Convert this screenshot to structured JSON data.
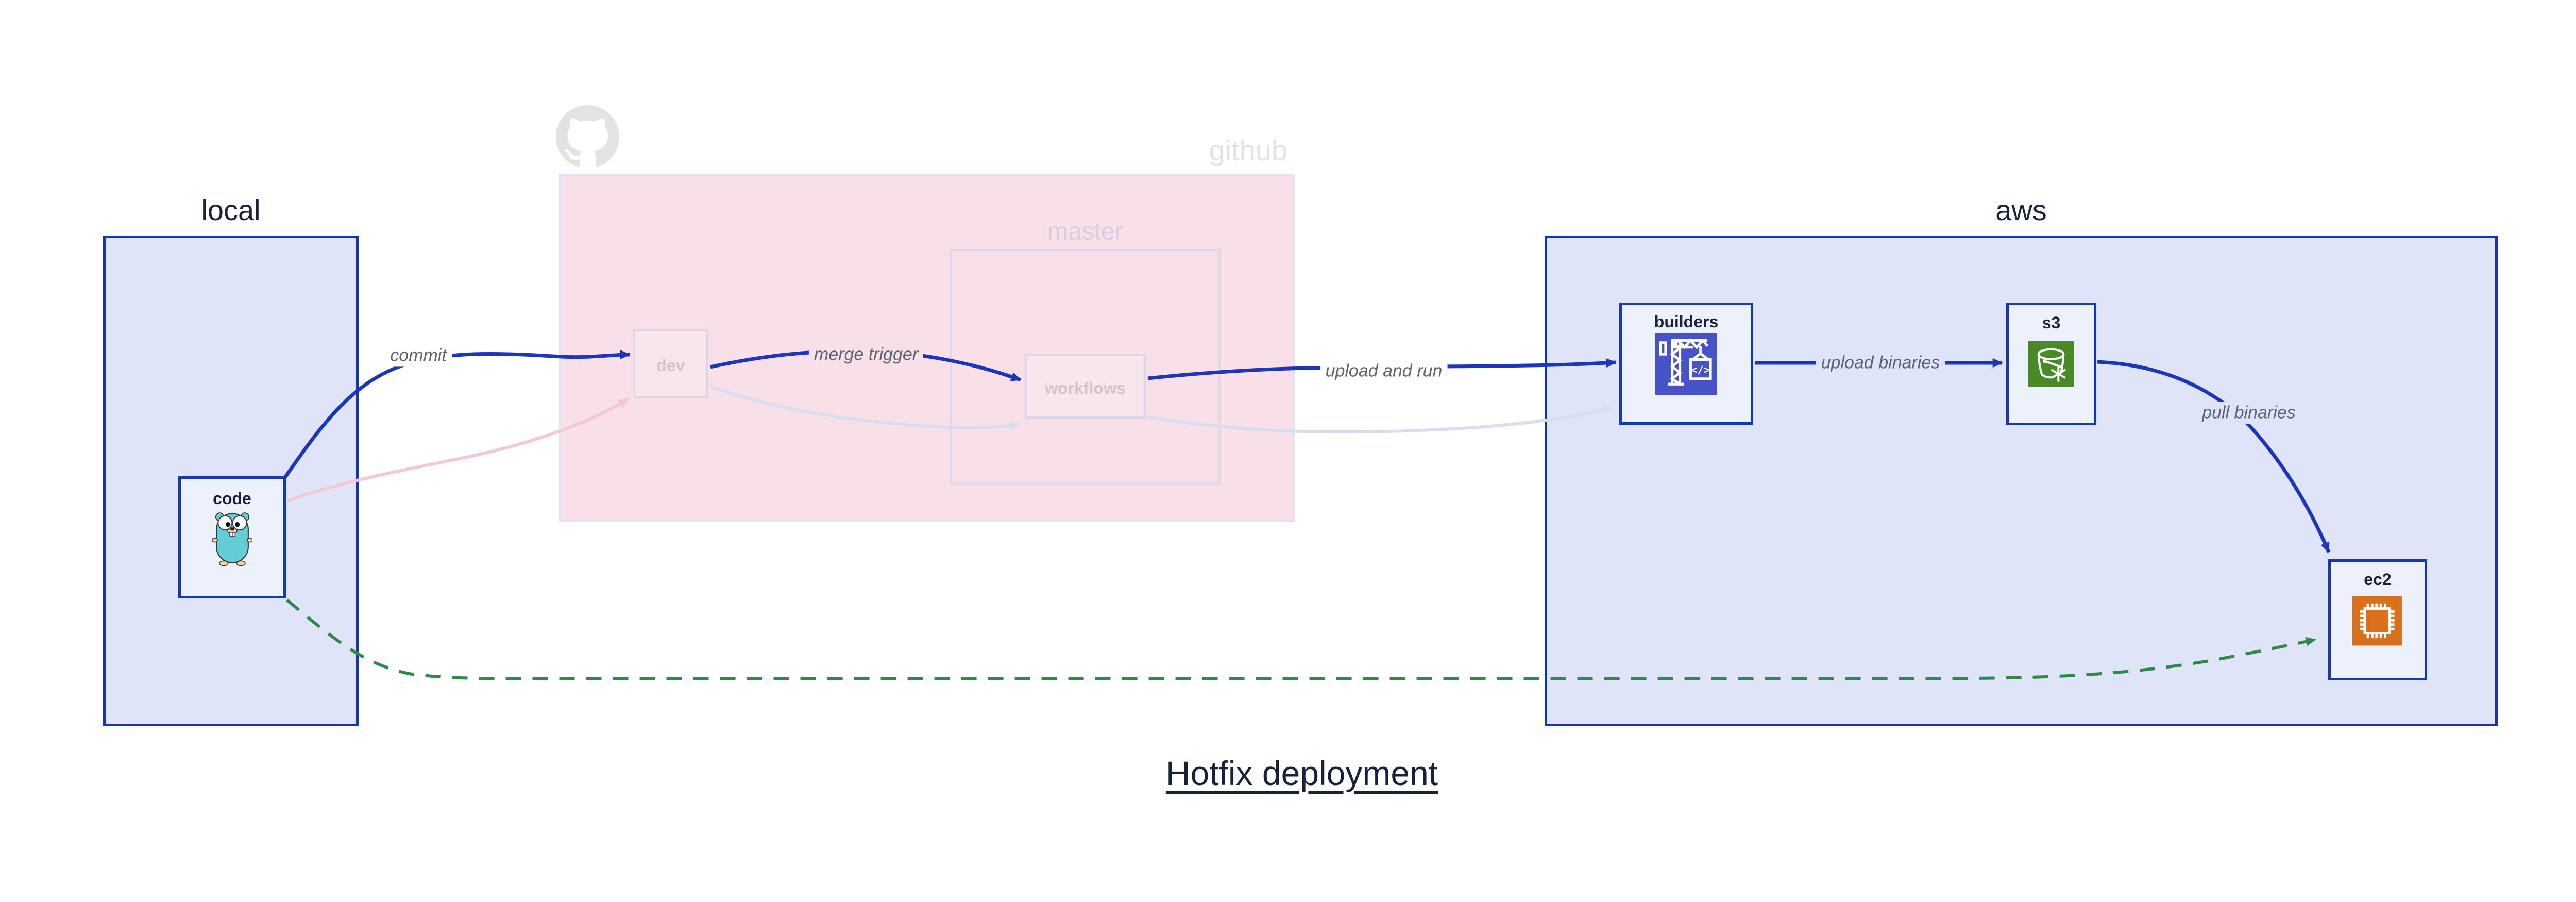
{
  "title": {
    "text": "Hotfix deployment"
  },
  "groups": {
    "local": {
      "label": "local"
    },
    "github": {
      "label": "github"
    },
    "master": {
      "label": "master"
    },
    "aws": {
      "label": "aws"
    }
  },
  "nodes": {
    "code": {
      "label": "code",
      "icon": "go-gopher-icon",
      "state": "active"
    },
    "dev": {
      "label": "dev",
      "state": "faded"
    },
    "workflows": {
      "label": "workflows",
      "state": "faded"
    },
    "builders": {
      "label": "builders",
      "icon": "codebuild-crane-icon",
      "icon_text": "</>",
      "state": "active"
    },
    "s3": {
      "label": "s3",
      "icon": "s3-bucket-icon",
      "state": "active"
    },
    "ec2": {
      "label": "ec2",
      "icon": "ec2-chip-icon",
      "state": "active"
    }
  },
  "edges": {
    "commit": {
      "label": "commit",
      "from": "code",
      "to": "dev",
      "style": "blue-solid"
    },
    "merge_trigger": {
      "label": "merge trigger",
      "from": "dev",
      "to": "workflows",
      "style": "blue-solid"
    },
    "upload_and_run": {
      "label": "upload and run",
      "from": "workflows",
      "to": "builders",
      "style": "blue-solid"
    },
    "upload_binaries": {
      "label": "upload binaries",
      "from": "builders",
      "to": "s3",
      "style": "blue-solid"
    },
    "pull_binaries": {
      "label": "pull binaries",
      "from": "s3",
      "to": "ec2",
      "style": "blue-solid"
    },
    "faded_commit": {
      "label": "",
      "from": "code",
      "to": "dev",
      "style": "pink-faded"
    },
    "faded_merge": {
      "label": "",
      "from": "dev",
      "to": "workflows",
      "style": "lavender-faded"
    },
    "faded_upload": {
      "label": "",
      "from": "workflows",
      "to": "builders",
      "style": "lavender-faded"
    },
    "hotfix_path": {
      "label": "",
      "from": "code",
      "to": "ec2",
      "style": "green-dashed"
    }
  },
  "colors": {
    "edge_blue": "#1b36b8",
    "edge_green": "#2e8b47",
    "edge_pink_faded": "#f3c8d4",
    "edge_lavender_faded": "#d9ddf0",
    "group_fill": "#dfe4f8",
    "group_border": "#1437ae",
    "github_fill": "#f9e0e8",
    "node_fill": "#edf1fb",
    "node_border": "#1539b4",
    "builders_icon_bg": "#4553c6",
    "s3_icon_bg": "#478a26",
    "ec2_icon_bg": "#d9701c",
    "gopher_teal": "#63cdd5",
    "dark_text": "#19213d",
    "edge_label_gray": "#5a6473",
    "faded_label": "#d2c4cf",
    "github_watermark": "#e3e3e3"
  }
}
